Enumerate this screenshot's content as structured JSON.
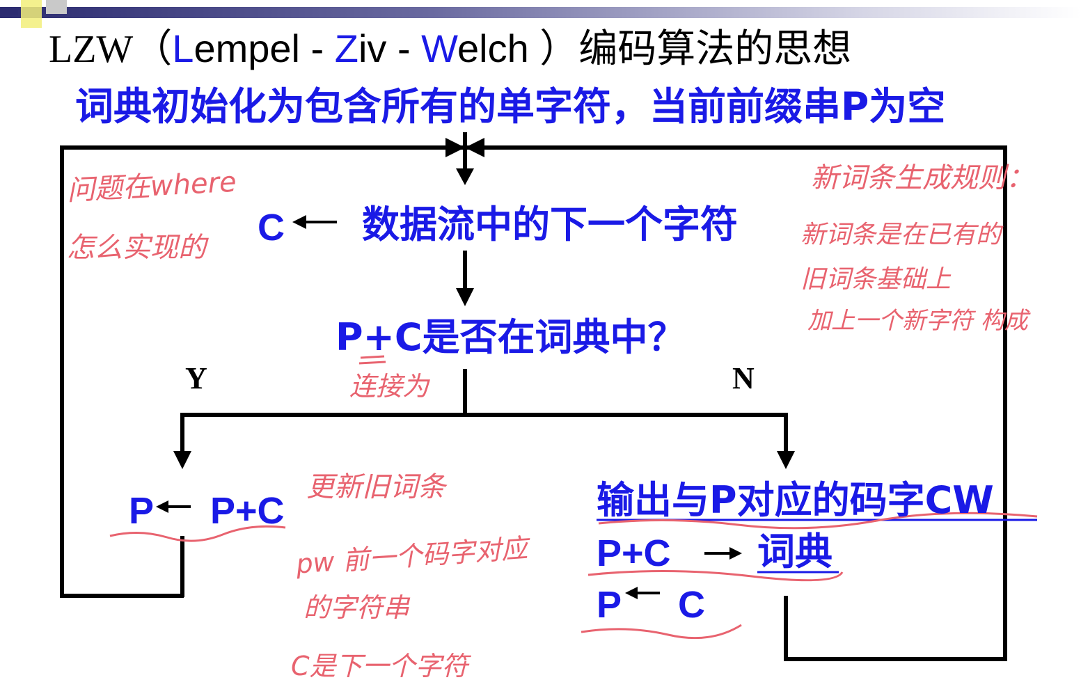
{
  "title": {
    "prefix": "LZW（",
    "L": "L",
    "empel": "empel - ",
    "Z": "Z",
    "iv": "iv - ",
    "W": "W",
    "elch": "elch ）编码算法的思想"
  },
  "init_text": "词典初始化为包含所有的单字符，当前前缀串P为空",
  "flow": {
    "read_c": "C",
    "read_text": "数据流中的下一个字符",
    "decision": "P+C是否在词典中？",
    "yes_label": "Y",
    "no_label": "N",
    "yes_action_p": "P",
    "yes_action_pc": "P+C",
    "no_output": "输出与P对应的码字CW",
    "no_add_pc": "P+C",
    "no_add_dict": "词典",
    "no_set_p": "P",
    "no_set_c": "C"
  },
  "notes": {
    "where": "问题在where",
    "how": "怎么实现的",
    "rule_title": "新词条生成规则：",
    "rule_1": "新词条是在已有的",
    "rule_2": "旧词条基础上",
    "rule_3": "加上一个新字符 构成",
    "concat": "连接为",
    "update": "更新旧词条",
    "pw": "pw 前一个码字对应",
    "pw2": "的字符串",
    "c_next": "C是下一个字符"
  },
  "colors": {
    "blue": "#1a1ae6",
    "annotation": "#e8636f",
    "black": "#000000"
  }
}
